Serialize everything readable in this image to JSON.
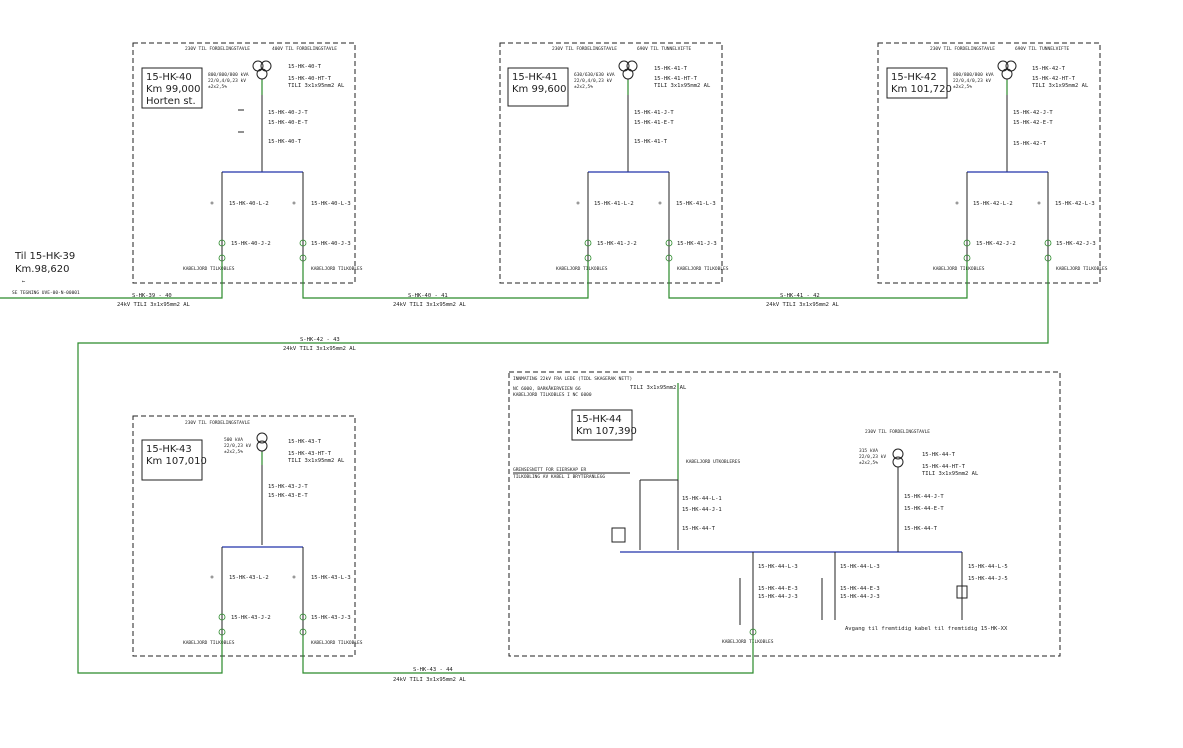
{
  "stations": [
    {
      "id": "15-HK-40",
      "km": "Km 99,000",
      "place": "Horten st.",
      "top_left": "230V TIL FORDELINGSTAVLE",
      "top_right": "400V TIL FORDELINGSTAVLE",
      "rating": "800/800/800 kVA",
      "volt": "22/0,4/0,23 kV",
      "pct": "±2x2,5%",
      "t1": "15-HK-40-T",
      "t2": "15-HK-40-HT-T",
      "t3": "TILI 3x1x95mm2 AL",
      "bk1": "15-HK-40-J-T",
      "bk2": "15-HK-40-E-T",
      "bk3": "15-HK-40-T",
      "f1": "15-HK-40-L-2",
      "f2": "15-HK-40-L-3",
      "j1": "15-HK-40-J-2",
      "j2": "15-HK-40-J-3",
      "kab": "KABELJORD TILKOBLES"
    },
    {
      "id": "15-HK-41",
      "km": "Km 99,600",
      "place": "",
      "top_left": "230V TIL FORDELINGSTAVLE",
      "top_right": "690V TIL TUNNELVIFTE",
      "rating": "630/630/630 kVA",
      "volt": "22/0,4/0,23 kV",
      "pct": "±2x2,5%",
      "t1": "15-HK-41-T",
      "t2": "15-HK-41-HT-T",
      "t3": "TILI 3x1x95mm2 AL",
      "bk1": "15-HK-41-J-T",
      "bk2": "15-HK-41-E-T",
      "bk3": "15-HK-41-T",
      "f1": "15-HK-41-L-2",
      "f2": "15-HK-41-L-3",
      "j1": "15-HK-41-J-2",
      "j2": "15-HK-41-J-3",
      "kab": "KABELJORD TILKOBLES"
    },
    {
      "id": "15-HK-42",
      "km": "Km 101,720",
      "place": "",
      "top_left": "230V TIL FORDELINGSTAVLE",
      "top_right": "690V TIL TUNNELVIFTE",
      "rating": "800/800/800 kVA",
      "volt": "22/0,4/0,23 kV",
      "pct": "±2x2,5%",
      "t1": "15-HK-42-T",
      "t2": "15-HK-42-HT-T",
      "t3": "TILI 3x1x95mm2 AL",
      "bk1": "15-HK-42-J-T",
      "bk2": "15-HK-42-E-T",
      "bk3": "15-HK-42-T",
      "f1": "15-HK-42-L-2",
      "f2": "15-HK-42-L-3",
      "j1": "15-HK-42-J-2",
      "j2": "15-HK-42-J-3",
      "kab": "KABELJORD TILKOBLES"
    },
    {
      "id": "15-HK-43",
      "km": "Km 107,010",
      "place": "",
      "top_left": "230V TIL FORDELINGSTAVLE",
      "top_right": "",
      "rating": "500 kVA",
      "volt": "22/0,23 kV",
      "pct": "±2x2,5%",
      "t1": "15-HK-43-T",
      "t2": "15-HK-43-HT-T",
      "t3": "TILI 3x1x95mm2 AL",
      "bk1": "15-HK-43-J-T",
      "bk2": "15-HK-43-E-T",
      "bk3": "",
      "f1": "15-HK-43-L-2",
      "f2": "15-HK-43-L-3",
      "j1": "15-HK-43-J-2",
      "j2": "15-HK-43-J-3",
      "kab": "KABELJORD TILKOBLES"
    }
  ],
  "hk44": {
    "id": "15-HK-44",
    "km": "Km 107,390",
    "in1": "INNMATING 22kV FRA LEDE (TIDL SKAGERAK NETT)",
    "in2": "NC 6000, BARKÅKERVEIEN 66",
    "in3": "KABELJORD TILKOBLES I NC 6000",
    "in_cable": "TILI 3x1x95mm2 AL",
    "grense1": "GRENSESNITT FOR EIERSKAP ER",
    "grense2": "TILKOBLING AV KABEL I BRYTERANLEGG",
    "ute": "KABELJORD UTKOBLERES",
    "b1": "15-HK-44-L-1",
    "b2": "15-HK-44-J-1",
    "b3": "15-HK-44-T",
    "tl": "230V TIL FORDELINGSTAVLE",
    "rating": "315 kVA",
    "volt": "22/0,23 kV",
    "pct": "±2x2,5%",
    "t1": "15-HK-44-T",
    "t2": "15-HK-44-HT-T",
    "t3": "TILI 3x1x95mm2 AL",
    "tb1": "15-HK-44-J-T",
    "tb2": "15-HK-44-E-T",
    "tb3": "15-HK-44-T",
    "f1": "15-HK-44-L-3",
    "f1b": "15-HK-44-E-3",
    "f1c": "15-HK-44-J-3",
    "f2": "15-HK-44-L-3",
    "f2b": "15-HK-44-E-3",
    "f2c": "15-HK-44-J-3",
    "f3": "15-HK-44-L-5",
    "f3b": "15-HK-44-J-5",
    "avgang": "Avgang til fremtidig kabel til fremtidig 15-HK-XX",
    "kab": "KABELJORD TILKOBLES"
  },
  "cables": [
    {
      "name": "S-HK-39 - 40",
      "spec": "24kV TILI 3x1x95mm2 AL"
    },
    {
      "name": "S-HK-40 - 41",
      "spec": "24kV TILI 3x1x95mm2 AL"
    },
    {
      "name": "S-HK-41 - 42",
      "spec": "24kV TILI 3x1x95mm2 AL"
    },
    {
      "name": "S-HK-42 - 43",
      "spec": "24kV TILI 3x1x95mm2 AL"
    },
    {
      "name": "S-HK-43 - 44",
      "spec": "24kV TILI 3x1x95mm2 AL"
    }
  ],
  "til": {
    "line1": "Til  15-HK-39",
    "line2": "Km.98,620",
    "ref": "SE TEGNING UVE-00-N-00001"
  },
  "colors": {
    "cable": "#2a8a2a",
    "bus": "#2233aa",
    "line": "#222222"
  }
}
